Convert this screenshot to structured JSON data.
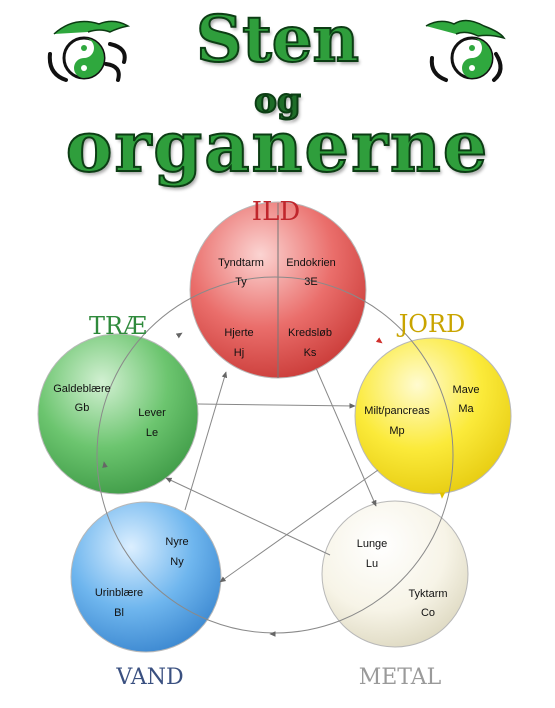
{
  "title": {
    "line1": "Sten",
    "line2": "og",
    "line3": "organerne"
  },
  "elements": {
    "fire": {
      "label": "ILD",
      "color": "#c0262c",
      "organs": [
        {
          "name": "Tyndtarm",
          "abbr": "Ty"
        },
        {
          "name": "Endokrien",
          "abbr": "3E"
        },
        {
          "name": "Hjerte",
          "abbr": "Hj"
        },
        {
          "name": "Kredsløb",
          "abbr": "Ks"
        }
      ]
    },
    "earth": {
      "label": "JORD",
      "color": "#c9a400",
      "organs": [
        {
          "name": "Mave",
          "abbr": "Ma"
        },
        {
          "name": "Milt/pancreas",
          "abbr": "Mp"
        }
      ]
    },
    "wood": {
      "label": "TRÆ",
      "color": "#2f8a3c",
      "organs": [
        {
          "name": "Galdeblære",
          "abbr": "Gb"
        },
        {
          "name": "Lever",
          "abbr": "Le"
        }
      ]
    },
    "water": {
      "label": "VAND",
      "color": "#3a5080",
      "organs": [
        {
          "name": "Nyre",
          "abbr": "Ny"
        },
        {
          "name": "Urinblære",
          "abbr": "Bl"
        }
      ]
    },
    "metal": {
      "label": "METAL",
      "color": "#9a9a9a",
      "organs": [
        {
          "name": "Lunge",
          "abbr": "Lu"
        },
        {
          "name": "Tyktarm",
          "abbr": "Co"
        }
      ]
    }
  }
}
